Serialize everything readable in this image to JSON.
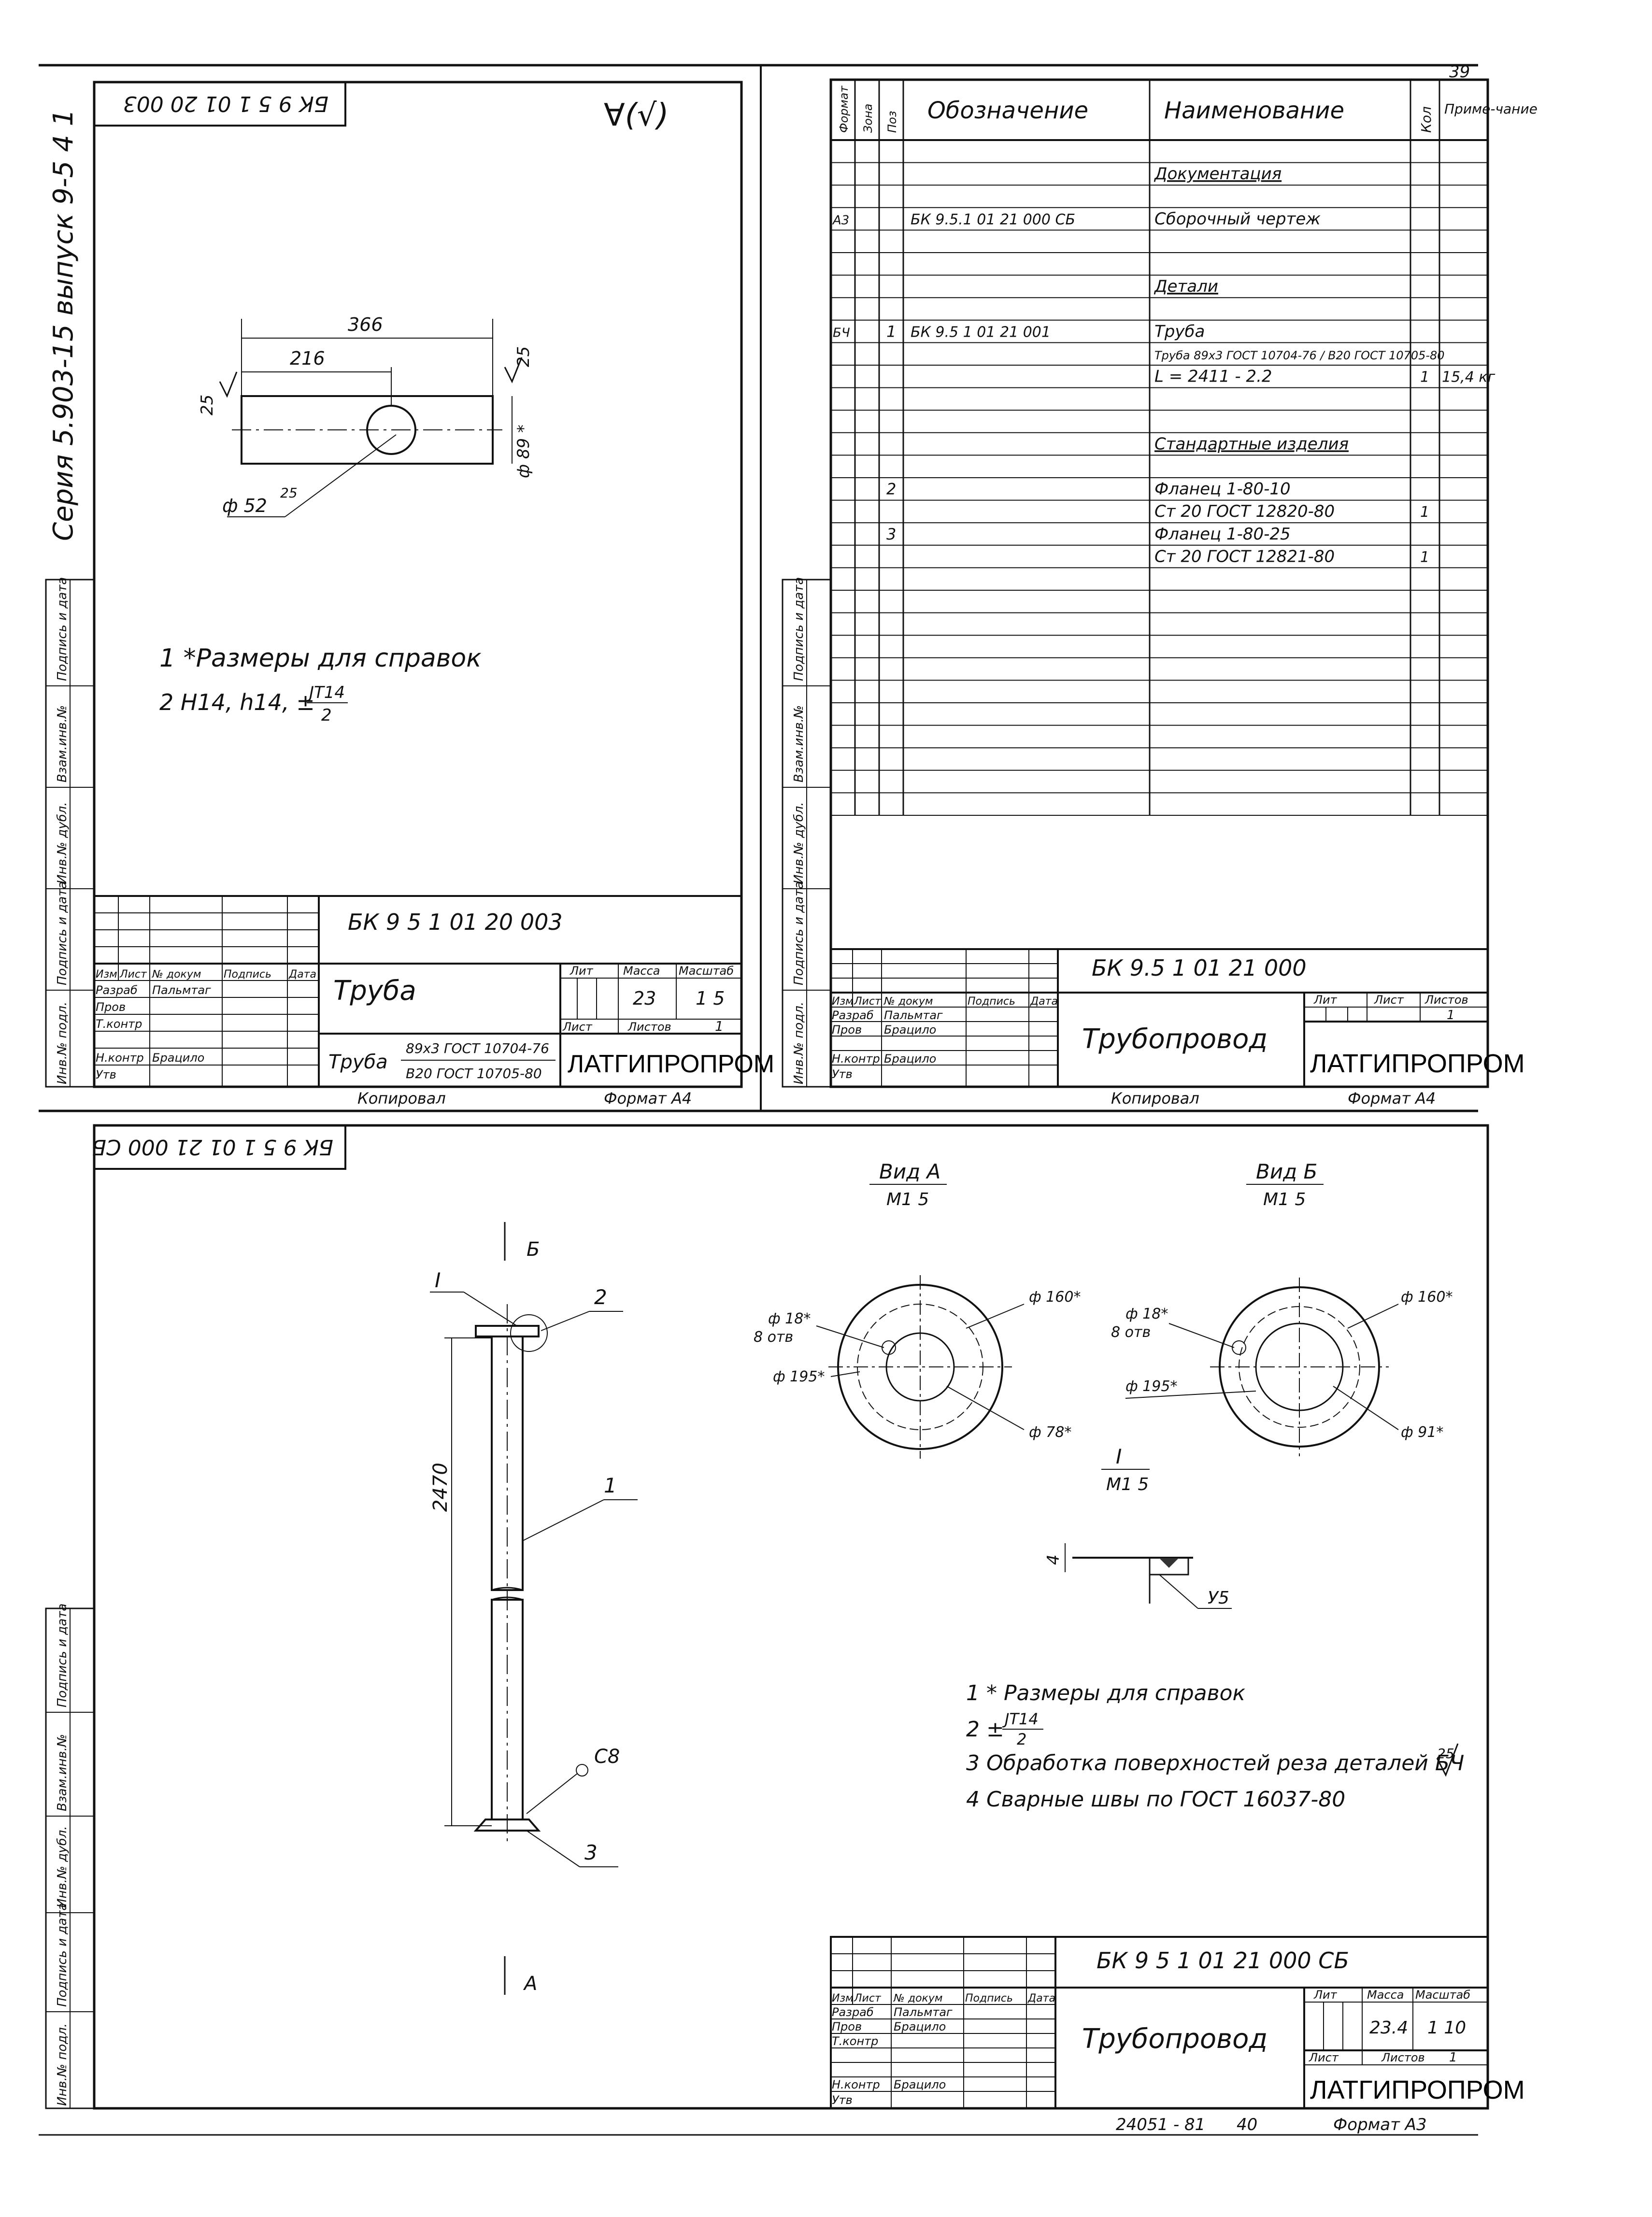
{
  "page": {
    "sheet_number": "39",
    "series_label": "Серия 5.903-15 выпуск 9-5 4 1",
    "copied_label": "Копировал",
    "bottom_code": "24051 - 81",
    "bottom_page": "40"
  },
  "stamp_columns": [
    "Подпись и дата",
    "Взам.инв.№",
    "Инв.№ дубл.",
    "Подпись и дата",
    "Инв.№ подл."
  ],
  "sheet_pipe": {
    "rotated_code": "БК 9 5 1 01 20 003",
    "roughness_symbol": "∀(√)",
    "dim_total": "366",
    "dim_partial": "216",
    "rough_left": "25",
    "rough_right": "25",
    "dia_pipe": "ф 89 *",
    "dia_hole": "ф 52",
    "rough_hole": "25",
    "notes": [
      "1 *Размеры для справок",
      "2 H14, h14, ±",
      "JT14",
      "2"
    ],
    "title_block": {
      "code": "БК 9 5 1 01 20 003",
      "name": "Труба",
      "header_cols": [
        "Изм",
        "Лист",
        "№ докум",
        "Подпись",
        "Дата"
      ],
      "roles": [
        {
          "role": "Разраб",
          "person": "Пальмтаг"
        },
        {
          "role": "Пров",
          "person": ""
        },
        {
          "role": "Т.контр",
          "person": ""
        },
        {
          "role": "",
          "person": ""
        },
        {
          "role": "Н.контр",
          "person": "Брацило"
        },
        {
          "role": "Утв",
          "person": ""
        }
      ],
      "lit_label": "Лит",
      "mass_label": "Масса",
      "scale_label": "Масштаб",
      "mass": "23",
      "scale": "1 5",
      "sheet_label": "Лист",
      "sheets_label": "Листов",
      "sheets": "1",
      "material_prefix": "Труба",
      "material_top": "89х3 ГОСТ 10704-76",
      "material_bottom": "В20 ГОСТ 10705-80",
      "org": "ЛАТГИПРОПРОМ",
      "format_label": "Формат А4"
    }
  },
  "spec": {
    "headers": [
      "Формат",
      "Зона",
      "Поз",
      "Обозначение",
      "Наименование",
      "Кол",
      "Приме-чание"
    ],
    "rows": [
      {
        "fmt": "",
        "zone": "",
        "pos": "",
        "code": "",
        "name": "",
        "qty": "",
        "note": ""
      },
      {
        "fmt": "",
        "zone": "",
        "pos": "",
        "code": "",
        "name": "Документация",
        "qty": "",
        "note": "",
        "underline": true
      },
      {
        "fmt": "",
        "zone": "",
        "pos": "",
        "code": "",
        "name": "",
        "qty": "",
        "note": ""
      },
      {
        "fmt": "А3",
        "zone": "",
        "pos": "",
        "code": "БК 9.5.1 01 21 000 СБ",
        "name": "Сборочный чертеж",
        "qty": "",
        "note": ""
      },
      {
        "fmt": "",
        "zone": "",
        "pos": "",
        "code": "",
        "name": "",
        "qty": "",
        "note": ""
      },
      {
        "fmt": "",
        "zone": "",
        "pos": "",
        "code": "",
        "name": "",
        "qty": "",
        "note": ""
      },
      {
        "fmt": "",
        "zone": "",
        "pos": "",
        "code": "",
        "name": "Детали",
        "qty": "",
        "note": "",
        "underline": true
      },
      {
        "fmt": "",
        "zone": "",
        "pos": "",
        "code": "",
        "name": "",
        "qty": "",
        "note": ""
      },
      {
        "fmt": "БЧ",
        "zone": "",
        "pos": "1",
        "code": "БК 9.5 1 01 21 001",
        "name": "Труба",
        "qty": "",
        "note": ""
      },
      {
        "fmt": "",
        "zone": "",
        "pos": "",
        "code": "",
        "name": "Труба 89х3 ГОСТ 10704-76 / В20 ГОСТ 10705-80",
        "qty": "",
        "note": ""
      },
      {
        "fmt": "",
        "zone": "",
        "pos": "",
        "code": "",
        "name": "L = 2411 - 2.2",
        "qty": "1",
        "note": "15,4 кг"
      },
      {
        "fmt": "",
        "zone": "",
        "pos": "",
        "code": "",
        "name": "",
        "qty": "",
        "note": ""
      },
      {
        "fmt": "",
        "zone": "",
        "pos": "",
        "code": "",
        "name": "",
        "qty": "",
        "note": ""
      },
      {
        "fmt": "",
        "zone": "",
        "pos": "",
        "code": "",
        "name": "Стандартные изделия",
        "qty": "",
        "note": "",
        "underline": true
      },
      {
        "fmt": "",
        "zone": "",
        "pos": "",
        "code": "",
        "name": "",
        "qty": "",
        "note": ""
      },
      {
        "fmt": "",
        "zone": "",
        "pos": "2",
        "code": "",
        "name": "Фланец 1-80-10",
        "qty": "",
        "note": ""
      },
      {
        "fmt": "",
        "zone": "",
        "pos": "",
        "code": "",
        "name": "Ст 20 ГОСТ 12820-80",
        "qty": "1",
        "note": ""
      },
      {
        "fmt": "",
        "zone": "",
        "pos": "3",
        "code": "",
        "name": "Фланец 1-80-25",
        "qty": "",
        "note": ""
      },
      {
        "fmt": "",
        "zone": "",
        "pos": "",
        "code": "",
        "name": "Ст 20 ГОСТ 12821-80",
        "qty": "1",
        "note": ""
      },
      {
        "fmt": "",
        "zone": "",
        "pos": "",
        "code": "",
        "name": "",
        "qty": "",
        "note": ""
      },
      {
        "fmt": "",
        "zone": "",
        "pos": "",
        "code": "",
        "name": "",
        "qty": "",
        "note": ""
      },
      {
        "fmt": "",
        "zone": "",
        "pos": "",
        "code": "",
        "name": "",
        "qty": "",
        "note": ""
      },
      {
        "fmt": "",
        "zone": "",
        "pos": "",
        "code": "",
        "name": "",
        "qty": "",
        "note": ""
      },
      {
        "fmt": "",
        "zone": "",
        "pos": "",
        "code": "",
        "name": "",
        "qty": "",
        "note": ""
      },
      {
        "fmt": "",
        "zone": "",
        "pos": "",
        "code": "",
        "name": "",
        "qty": "",
        "note": ""
      },
      {
        "fmt": "",
        "zone": "",
        "pos": "",
        "code": "",
        "name": "",
        "qty": "",
        "note": ""
      },
      {
        "fmt": "",
        "zone": "",
        "pos": "",
        "code": "",
        "name": "",
        "qty": "",
        "note": ""
      },
      {
        "fmt": "",
        "zone": "",
        "pos": "",
        "code": "",
        "name": "",
        "qty": "",
        "note": ""
      },
      {
        "fmt": "",
        "zone": "",
        "pos": "",
        "code": "",
        "name": "",
        "qty": "",
        "note": ""
      },
      {
        "fmt": "",
        "zone": "",
        "pos": "",
        "code": "",
        "name": "",
        "qty": "",
        "note": ""
      }
    ],
    "title_block": {
      "code": "БК 9.5 1 01 21 000",
      "name": "Трубопровод",
      "header_cols": [
        "Изм",
        "Лист",
        "№ докум",
        "Подпись",
        "Дата"
      ],
      "roles": [
        {
          "role": "Разраб",
          "person": "Пальмтаг"
        },
        {
          "role": "Пров",
          "person": "Брацило"
        },
        {
          "role": "",
          "person": ""
        },
        {
          "role": "Н.контр",
          "person": "Брацило"
        },
        {
          "role": "Утв",
          "person": ""
        }
      ],
      "lit_label": "Лит",
      "sheet_label": "Лист",
      "sheets_label": "Листов",
      "sheets": "1",
      "org": "ЛАТГИПРОПРОМ",
      "format_label": "Формат А4"
    }
  },
  "assembly": {
    "rotated_code": "БК 9 5 1 01 21 000 СБ",
    "arrow_b": "Б",
    "arrow_a": "А",
    "callout_I": "I",
    "dim_length": "2470",
    "positions": [
      "1",
      "2",
      "3"
    ],
    "weld_label": "С8",
    "view_a": {
      "title": "Вид А",
      "scale": "М1 5",
      "d_bolt": "ф 18*",
      "holes": "8 отв",
      "d_outer": "ф 195*",
      "d_pcd": "ф 160*",
      "d_inner": "ф 78*"
    },
    "view_b": {
      "title": "Вид Б",
      "scale": "М1 5",
      "d_bolt": "ф 18*",
      "holes": "8 отв",
      "d_outer": "ф 195*",
      "d_pcd": "ф 160*",
      "d_inner": "ф 91*"
    },
    "detail_I": {
      "title": "I",
      "scale": "М1 5",
      "dim": "4",
      "weld": "У5"
    },
    "notes": [
      "1 * Размеры для справок",
      "2 ±",
      "JT14",
      "2",
      "3 Обработка поверхностей реза деталей БЧ",
      "25",
      "4 Сварные швы по ГОСТ 16037-80"
    ],
    "title_block": {
      "code": "БК 9 5 1 01 21 000 СБ",
      "name": "Трубопровод",
      "header_cols": [
        "Изм",
        "Лист",
        "№ докум",
        "Подпись",
        "Дата"
      ],
      "roles": [
        {
          "role": "Разраб",
          "person": "Пальмтаг"
        },
        {
          "role": "Пров",
          "person": "Брацило"
        },
        {
          "role": "Т.контр",
          "person": ""
        },
        {
          "role": "",
          "person": ""
        },
        {
          "role": "Н.контр",
          "person": "Брацило"
        },
        {
          "role": "Утв",
          "person": ""
        }
      ],
      "lit_label": "Лит",
      "mass_label": "Масса",
      "scale_label": "Масштаб",
      "mass": "23.4",
      "scale": "1 10",
      "sheet_label": "Лист",
      "sheets_label": "Листов",
      "sheets": "1",
      "org": "ЛАТГИПРОПРОМ",
      "format_label": "Формат А3"
    }
  }
}
